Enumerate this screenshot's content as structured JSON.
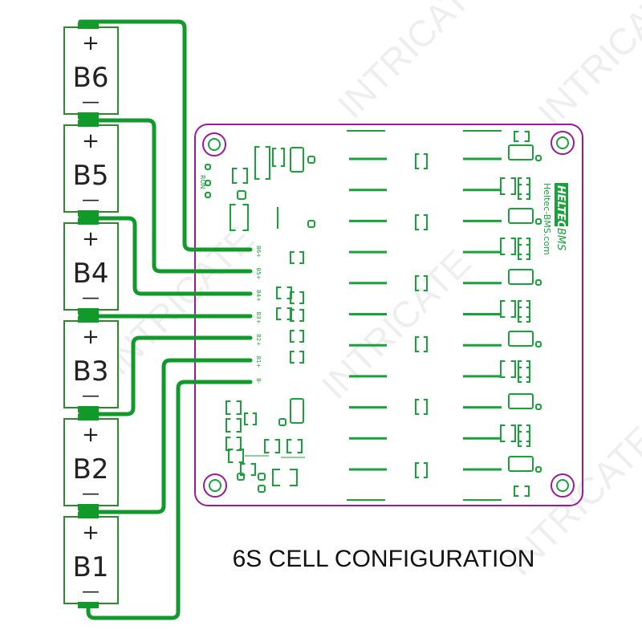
{
  "caption": "6S CELL CONFIGURATION",
  "watermark": "INTRICATE",
  "cells": [
    {
      "id": "b6",
      "name": "B6",
      "plus": "+",
      "minus": "—"
    },
    {
      "id": "b5",
      "name": "B5",
      "plus": "+",
      "minus": "—"
    },
    {
      "id": "b4",
      "name": "B4",
      "plus": "+",
      "minus": "—"
    },
    {
      "id": "b3",
      "name": "B3",
      "plus": "+",
      "minus": "—"
    },
    {
      "id": "b2",
      "name": "B2",
      "plus": "+",
      "minus": "—"
    },
    {
      "id": "b1",
      "name": "B1",
      "plus": "+",
      "minus": "—"
    }
  ],
  "board": {
    "pins": [
      "B6+",
      "B5+",
      "B4+",
      "B3+",
      "B2+",
      "B1+",
      "B-"
    ],
    "brand": "HELTEC",
    "brand_suffix": "BMS",
    "website": "Heltec-BMS.com",
    "run_label": "RUN"
  },
  "colors": {
    "wire": "#0f9a2a",
    "cell_outline": "#2b8a2b",
    "board_outline": "#9a1a9a",
    "silkscreen": "#17a33a",
    "text": "#111111"
  }
}
